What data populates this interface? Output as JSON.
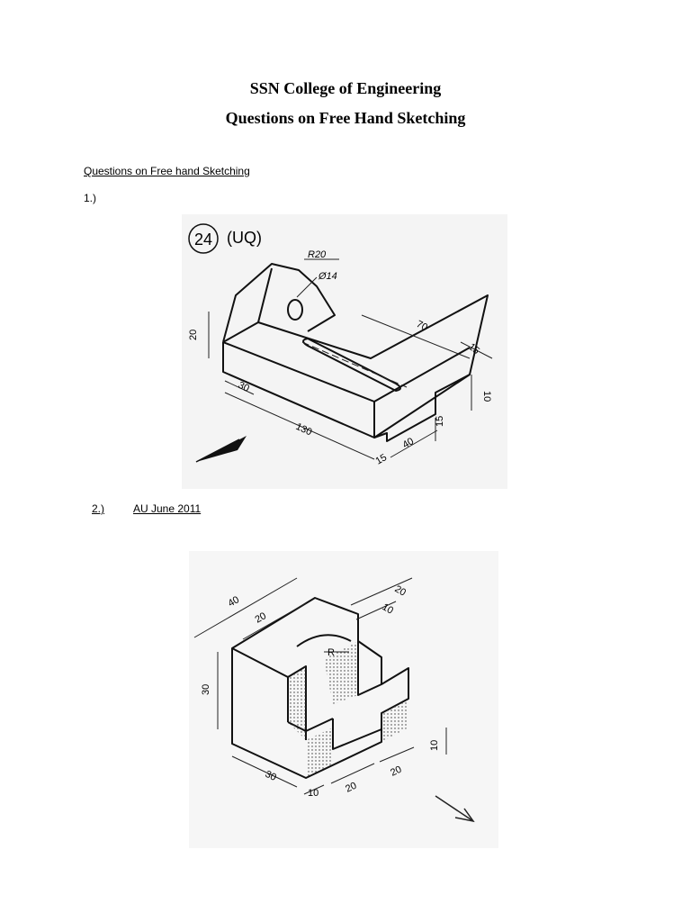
{
  "header": {
    "title": "SSN College of Engineering",
    "subtitle": "Questions on Free Hand Sketching"
  },
  "section": {
    "heading": "Questions on Free hand Sketching"
  },
  "questions": [
    {
      "number": "1.)",
      "figure": {
        "badge": "24",
        "tag": "(UQ)",
        "dims": {
          "r20": "R20",
          "d14": "Ø14",
          "h20": "20",
          "l70": "70",
          "w15_top": "15",
          "d10": "10",
          "d15_side": "15",
          "w30": "30",
          "l130": "130",
          "d40": "40",
          "d15_bottom": "15"
        }
      }
    },
    {
      "number": "2.)",
      "source": "AU June 2011",
      "figure": {
        "dims": {
          "d40": "40",
          "d20_top": "20",
          "d20_right": "20",
          "d10_right": "10",
          "radius": "R",
          "h30": "30",
          "d30": "30",
          "d10_bottom": "10",
          "d20_bottom": "20",
          "d20_front": "20",
          "d10_side": "10"
        }
      }
    }
  ]
}
